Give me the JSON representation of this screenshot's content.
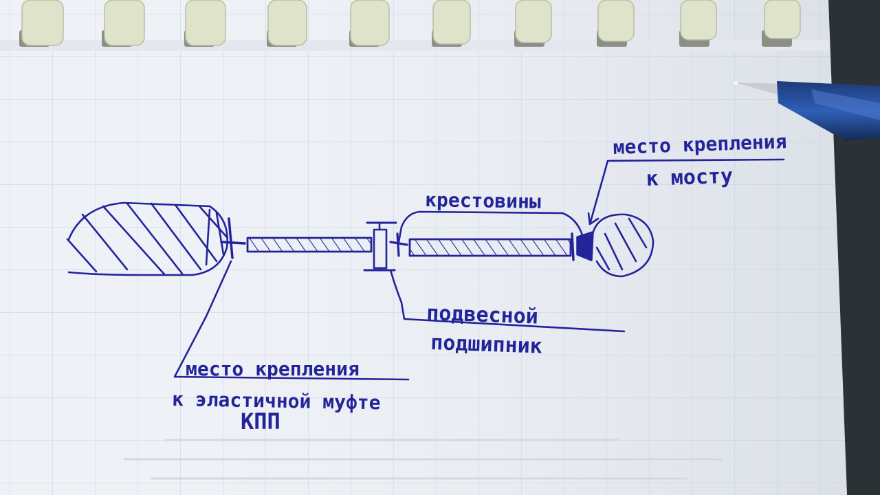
{
  "labels": {
    "crosspieces": "крестовины",
    "bridge_mount_line1": "место крепления",
    "bridge_mount_line2": "к мосту",
    "bearing_line1": "подвесной",
    "bearing_line2": "подшипник",
    "coupling_mount_line1": "место крепления",
    "coupling_mount_line2": "к эластичной муфте",
    "coupling_mount_line3": "КПП"
  },
  "colors": {
    "ink": "#23239a",
    "paper": "#eef1f6",
    "grid": "#c9d6e6",
    "binding_ring": "#dfe3c9",
    "background": "#2b3236"
  },
  "icons": {
    "pen": "ballpoint-pen-icon"
  }
}
